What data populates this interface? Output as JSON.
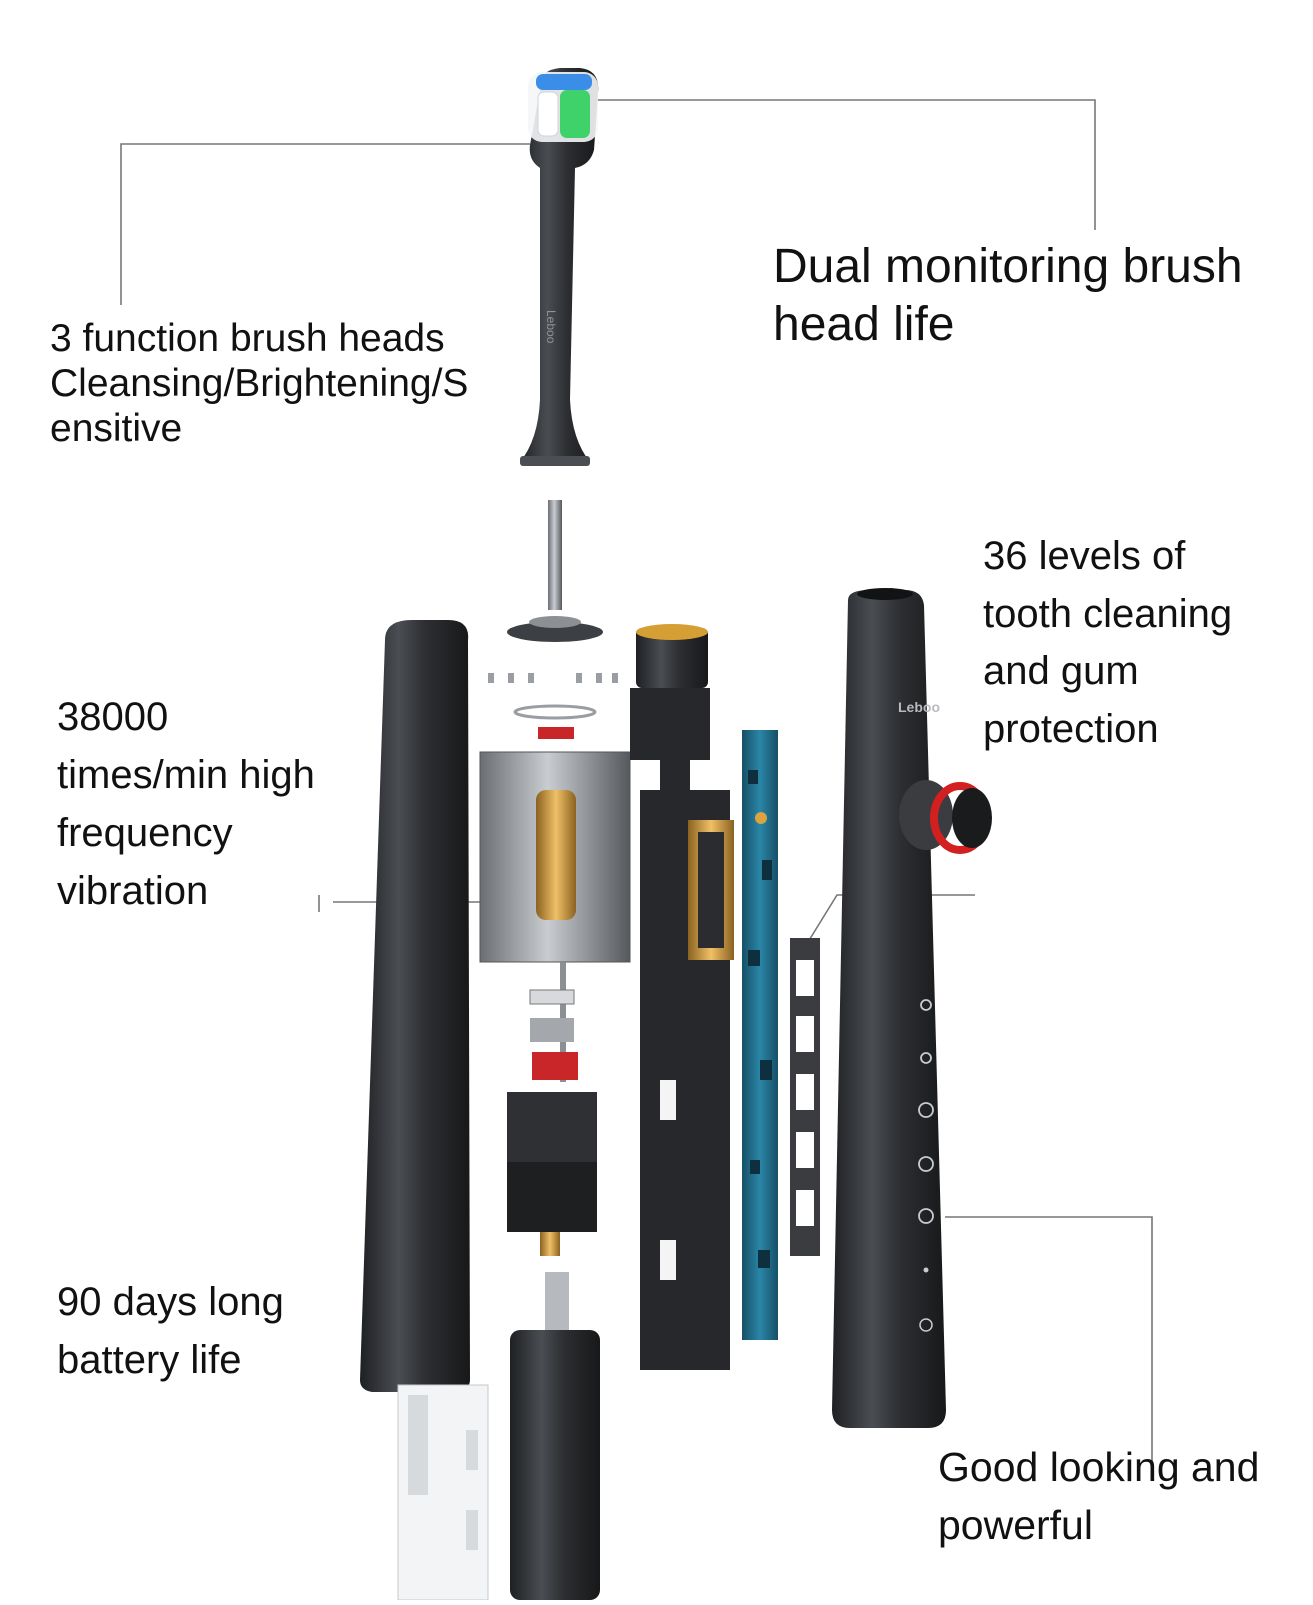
{
  "diagram": {
    "labels": {
      "brush_heads": "3 function brush heads\nCleansing/Brightening/S\nensitive",
      "dual_monitoring": "Dual monitoring brush\nhead life",
      "levels": "36 levels of\ntooth cleaning\nand gum\nprotection",
      "frequency": "38000\ntimes/min high\nfrequency\nvibration",
      "battery": "90 days long\nbattery life",
      "good_looking": "Good looking and\npowerful"
    },
    "product_brand": "Leboo",
    "colors": {
      "body": "#2b2d30",
      "body_highlight": "#55585d",
      "bristle_blue": "#3b8ee8",
      "bristle_green": "#3fd16a",
      "pcb": "#1e6f8c",
      "copper": "#d9a441",
      "accent_red": "#d21f1f",
      "leader_line": "#777777"
    }
  }
}
